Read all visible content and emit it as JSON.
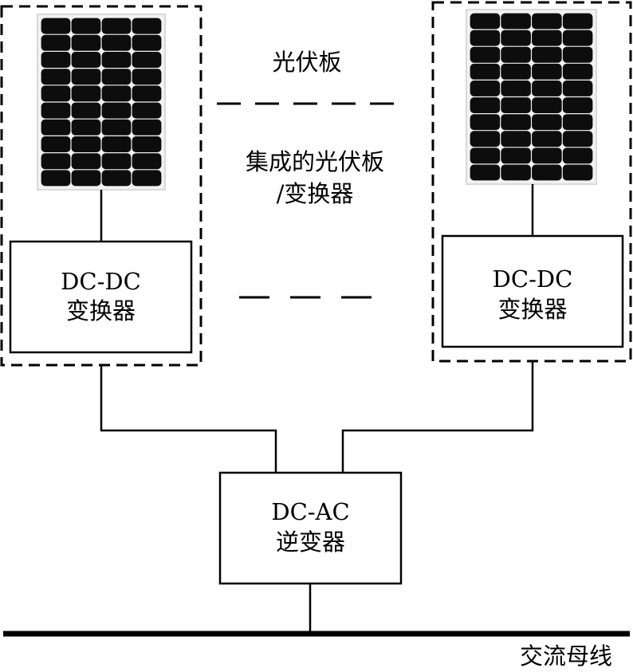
{
  "labels": {
    "pv_panel": "光伏板",
    "integrated_line1": "集成的光伏板",
    "integrated_line2": "/变换器",
    "left_dcdc_line1": "DC-DC",
    "left_dcdc_line2": "变换器",
    "right_dcdc_line1": "DC-DC",
    "right_dcdc_line2": "变换器",
    "dcac_line1": "DC-AC",
    "dcac_line2": "逆变器",
    "ac_bus": "交流母线"
  },
  "colors": {
    "line": "#000000",
    "panel": "#0d0d0d",
    "panel_border": "#d9d9d9",
    "background": "#ffffff"
  }
}
